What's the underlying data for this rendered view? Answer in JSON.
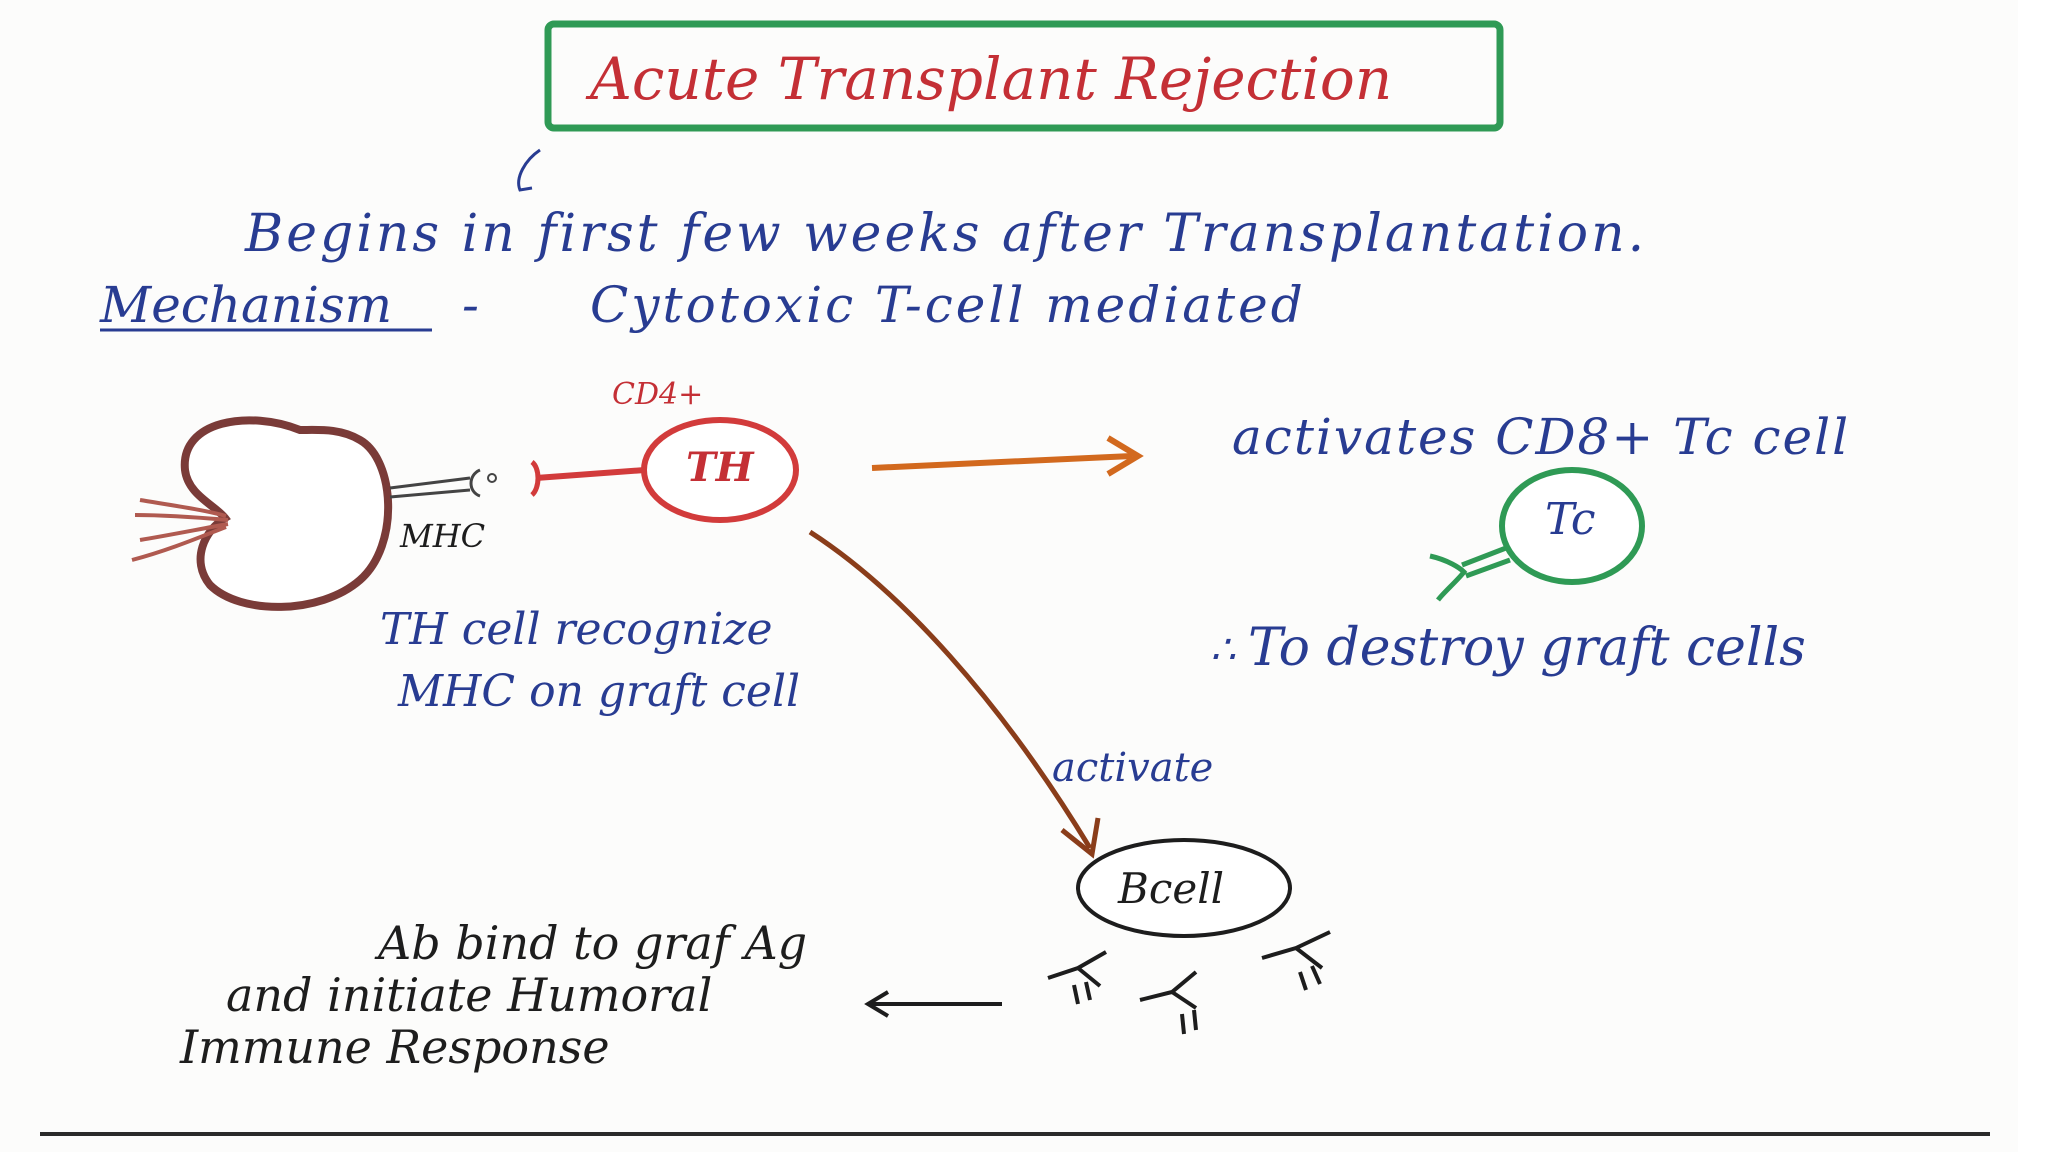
{
  "title": "Acute Transplant Rejection",
  "onset_text": "Begins in first few weeks after Transplantation.",
  "mechanism_label": "Mechanism",
  "mechanism_separator": "-",
  "mechanism_value": "Cytotoxic T-cell mediated",
  "cd4_label": "CD4+",
  "th_cell_label": "TH",
  "mhc_label": "MHC",
  "th_recognize_line1": "TH cell recognize",
  "th_recognize_line2": "MHC on graft cell",
  "activates_cd8": "activates CD8+ Tc cell",
  "tc_cell_label": "Tc",
  "therefore_symbol": "∴",
  "destroy_text": "To destroy graft cells",
  "activate_label": "activate",
  "b_cell_label": "Bcell",
  "ab_line1": "Ab bind to graf Ag",
  "ab_line2": "and initiate Humoral",
  "ab_line3": "Immune Response",
  "colors": {
    "title_border": "#2f9a55",
    "title_text": "#c42f35",
    "ink_blue": "#283c92",
    "th_red": "#d23b3b",
    "tc_green": "#2f9a55",
    "graft_brown": "#7a3b38",
    "arrow_orange": "#d2691e",
    "arrow_brown": "#8a3d1a",
    "ink_black": "#1d1d1d"
  }
}
